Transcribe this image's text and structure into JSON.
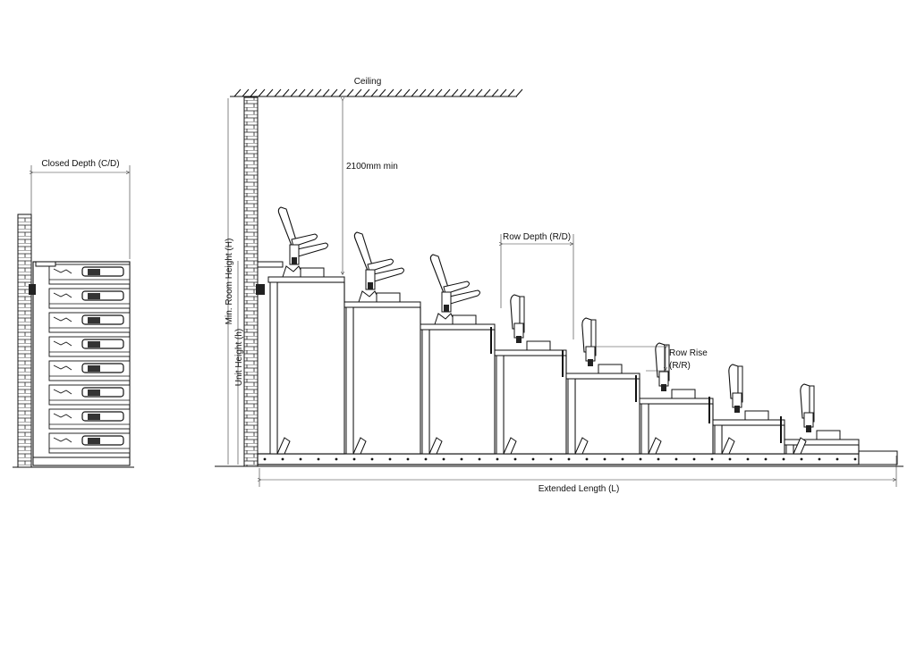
{
  "labels": {
    "ceiling": "Ceiling",
    "clearance": "2100mm min",
    "closed_depth": "Closed Depth (C/D)",
    "row_depth": "Row Depth (R/D)",
    "row_rise_line1": "Row Rise",
    "row_rise_line2": "(R/R)",
    "extended_length": "Extended Length (L)",
    "min_room_height": "Min. Room Height (H)",
    "unit_height": "Unit Height (h)"
  },
  "closed_unit": {
    "tiers": 8
  },
  "extended_unit": {
    "tiers": 8,
    "open_seats": 3,
    "folded_seats": 5
  }
}
